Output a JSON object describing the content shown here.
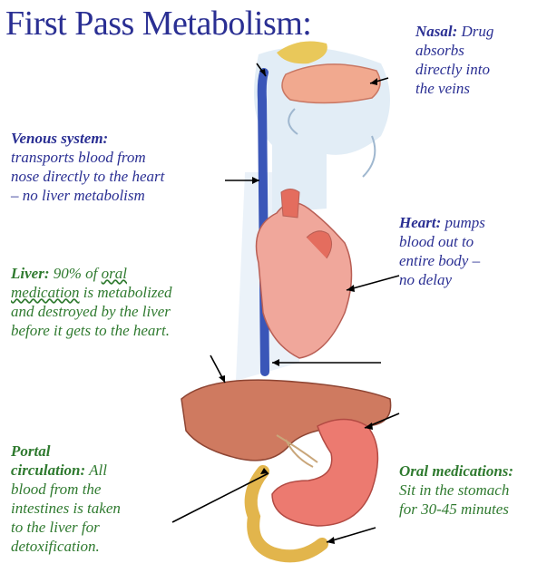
{
  "title": "First Pass Metabolism:",
  "nasal": {
    "heading": "Nasal:",
    "lines": [
      "Drug",
      "absorbs",
      "directly into",
      "the veins"
    ]
  },
  "venous": {
    "heading": "Venous system:",
    "lines": [
      "transports blood from",
      "nose directly to the heart",
      "– no liver metabolism"
    ]
  },
  "heart": {
    "heading": "Heart:",
    "lines": [
      "pumps",
      "blood out to",
      "entire body –",
      "no delay"
    ]
  },
  "liver": {
    "heading": "Liver:",
    "line1_pre": "90% of",
    "line1_ul": "oral",
    "line2_ul": "medication",
    "line2_post": "is metabolized",
    "lines": [
      "and destroyed by the liver",
      "before it gets to the heart."
    ]
  },
  "portal": {
    "heading1": "Portal",
    "heading2": "circulation:",
    "heading2_rest": "All",
    "lines": [
      "blood from the",
      "intestines is taken",
      "to the liver for",
      "detoxification."
    ]
  },
  "oral": {
    "heading": "Oral medications:",
    "lines": [
      "Sit in the stomach",
      "for 30-45 minutes"
    ]
  },
  "colors": {
    "title": "#2a2f93",
    "blue_text": "#2a2f93",
    "green_text": "#2f7a2f",
    "vein": "#3a56b8",
    "heart": "#e88a80",
    "liver": "#c8705a",
    "stomach": "#e8706a",
    "intestine": "#e4b84a"
  }
}
